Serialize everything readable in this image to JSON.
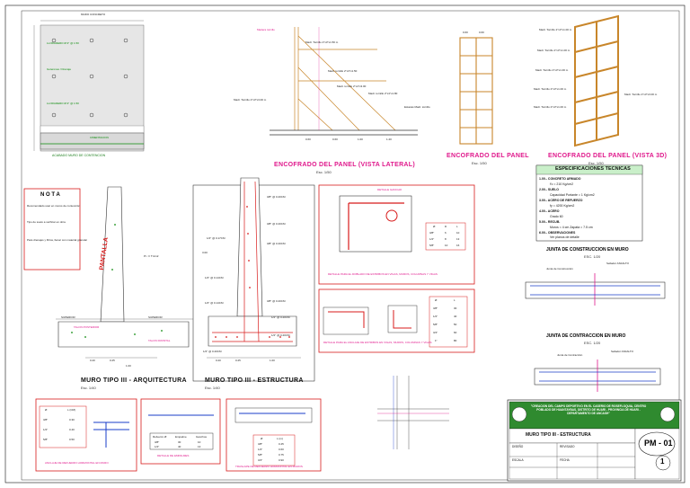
{
  "sheet": {
    "panel_elevation": {
      "top_dim": "MURO CONCRETO",
      "labels": [
        "LLORADERO Ø 3\" @ 1.50",
        "Goterones / Drenaje",
        "LLORADERO Ø 3\" @ 1.50"
      ],
      "title": "ACABADO MURO DE CONTENCION",
      "base_label": "CIMENTACION"
    },
    "lateral": {
      "title": "ENCOFRADO DEL PANEL (VISTA LATERAL)",
      "scale": "Esc. 1/50",
      "labels": [
        "Madera tornillo",
        "Madr. Tornillo 2\"x3\"x1.50 m",
        "Madr. tornillo 2\"x3\"x1.50",
        "Madr. tornillo 2\"x4\"x3.00",
        "Madr. tornillo 2\"x4\"x1.80",
        "Madr. Tornillo 2\"x3\"x3.00 m",
        "Estacas Madr. tornillo"
      ],
      "dims": [
        "0.60",
        "0.60",
        "1.00",
        "1.20"
      ]
    },
    "panel": {
      "title": "ENCOFRADO DEL PANEL",
      "scale": "Esc. 1/50",
      "dims": [
        "0.60",
        "0.60"
      ]
    },
    "panel3d": {
      "title": "ENCOFRADO DEL PANEL (VISTA 3D)",
      "scale": "Esc. 1/50",
      "labels": [
        "Madr. Tornillo 2\"x3\"x1.00 m",
        "Madr. Tornillo 2\"x3\"x1.00 m",
        "Madr. Tornillo 2\"x3\"x1.00 m",
        "Madr. Tornillo 2\"x3\"x1.00 m",
        "Madr. Tornillo 2\"x3\"x1.00 m",
        "Madr. Tornillo 2\"x3\"x3.00 m"
      ]
    },
    "nota": {
      "title": "N O T A",
      "lines": [
        "Recomendado usar en muros de contención",
        "Tipo de suelo a verificar en obra",
        "Para drenajes y filtros, llenar con material granular"
      ]
    },
    "arq": {
      "title": "MURO TIPO III - ARQUITECTURA",
      "scale": "Esc. 1/40",
      "wall_text": "PANTALLA",
      "labels": [
        "Pr. =/ Tn/m2",
        "SUPERIOR",
        "SUPERIOR",
        "TALON POSTERIOR",
        "TALON FRONTAL"
      ],
      "dims": [
        "0.20",
        "0.25",
        "1.00",
        "3.00"
      ]
    },
    "est": {
      "title": "MURO TIPO III - ESTRUCTURA",
      "scale": "Esc. 1/40",
      "labels": [
        "3/8\" @ 0.20CM",
        "3/8\" @ 0.20CM",
        "1/2\" @ 0.17CM",
        "3/8\" @ 0.20CM",
        "1/2\" @ 0.14CM",
        "1/2\" @ 0.14CM",
        "3/8\" @ 0.20CM",
        "1/2\" @ 0.20CM",
        "1/2\" @ 0.20CM",
        "1/2\" @ 0.20CM"
      ],
      "dims": [
        "0.20",
        "0.25",
        "1.00"
      ]
    },
    "det1": {
      "title": "DETALLE PARA EL DOBLADO DE ESTRIBOS EN VIGAS, MUROS, COLUMNAS Y VIGAS",
      "header": "DETALLE GANCHO",
      "table": [
        [
          "Ø",
          "D",
          "L"
        ],
        [
          "3/8\"",
          "6",
          "10"
        ],
        [
          "1/2\"",
          "8",
          "13"
        ],
        [
          "5/8\"",
          "10",
          "16"
        ]
      ]
    },
    "det2": {
      "title": "DETALLE PARA EL ANCLAJE DE ESTRIBOS EN VIGAS, MUROS, COLUMNAS Y VIGAS",
      "table": [
        [
          "Ø",
          "L"
        ],
        [
          "3/8\"",
          "30"
        ],
        [
          "1/2\"",
          "40"
        ],
        [
          "5/8\"",
          "50"
        ],
        [
          "3/4\"",
          "60"
        ],
        [
          "1\"",
          "80"
        ]
      ]
    },
    "specs": {
      "title": "ESPECIFICACIONES TECNICAS",
      "lines": [
        "1.00.- CONCRETO ARMADO",
        "f'c = 210 Kg/cm2",
        "2.00.- SUELO",
        "Capacidad Portante = 1 Kg/cm2",
        "3.00.- ACERO DE REFUERZO",
        "fy = 4200 Kg/cm2",
        "4.00.- ACERO",
        "Grado 60",
        "5.00.- RECUB.",
        "Muros = 4 cm  Zapata = 7.5 cm",
        "6.00.- OBSERVACIONES",
        "Ver planos de detalle"
      ]
    },
    "junta1": {
      "title": "JUNTA DE CONSTRUCCION EN MURO",
      "scale": "ESC. 1/20",
      "labels": [
        "Junta de Construcción",
        "Sellador ASFALTO"
      ]
    },
    "junta2": {
      "title": "JUNTA DE CONTRACCION EN MURO",
      "scale": "ESC. 1/20",
      "labels": [
        "Junta de Contracción",
        "Sellador ASFALTO"
      ]
    },
    "bot1": {
      "title": "ANCLAJE DE REFUERZO HORIZONTAL EN MURO",
      "table": [
        [
          "Ø",
          "L (CM)"
        ],
        [
          "3/8\"",
          "0.30"
        ],
        [
          "1/2\"",
          "0.40"
        ],
        [
          "5/8\"",
          "0.50"
        ]
      ]
    },
    "bot2": {
      "title": "DETALLE DE EMPALMES",
      "table": [
        [
          "Refuerzo Ø",
          "Empalme",
          "Ganchos"
        ],
        [
          "3/8\"",
          "30",
          "10"
        ],
        [
          "1/2\"",
          "40",
          "13"
        ]
      ]
    },
    "bot3": {
      "title": "TRASLAPE DE REFUERZO HORIZONTAL EN MUROS",
      "table": [
        [
          "Ø",
          "L (m)"
        ],
        [
          "3/8\"",
          "0.45"
        ],
        [
          "1/2\"",
          "0.60"
        ],
        [
          "5/8\"",
          "0.75"
        ],
        [
          "3/4\"",
          "0.90"
        ]
      ]
    },
    "titleblock": {
      "project": "\"CREACION DEL CAMPO DEPORTIVO EN EL CASERIO DE ROSEFLOQUIA, CENTRO POBLADO DE HUANTAYBAS, DISTRITO DE HUARI - PROVINCIA DE HUARI - DEPARTAMENTO DE ANCASH\"",
      "plan": "MURO TIPO III - ESTRUCTURA",
      "sheet_code": "PM - 01",
      "sheet_num": "1",
      "rows": [
        "DISEÑO",
        "REVISADO",
        "ESCALA",
        "FECHA"
      ]
    }
  }
}
